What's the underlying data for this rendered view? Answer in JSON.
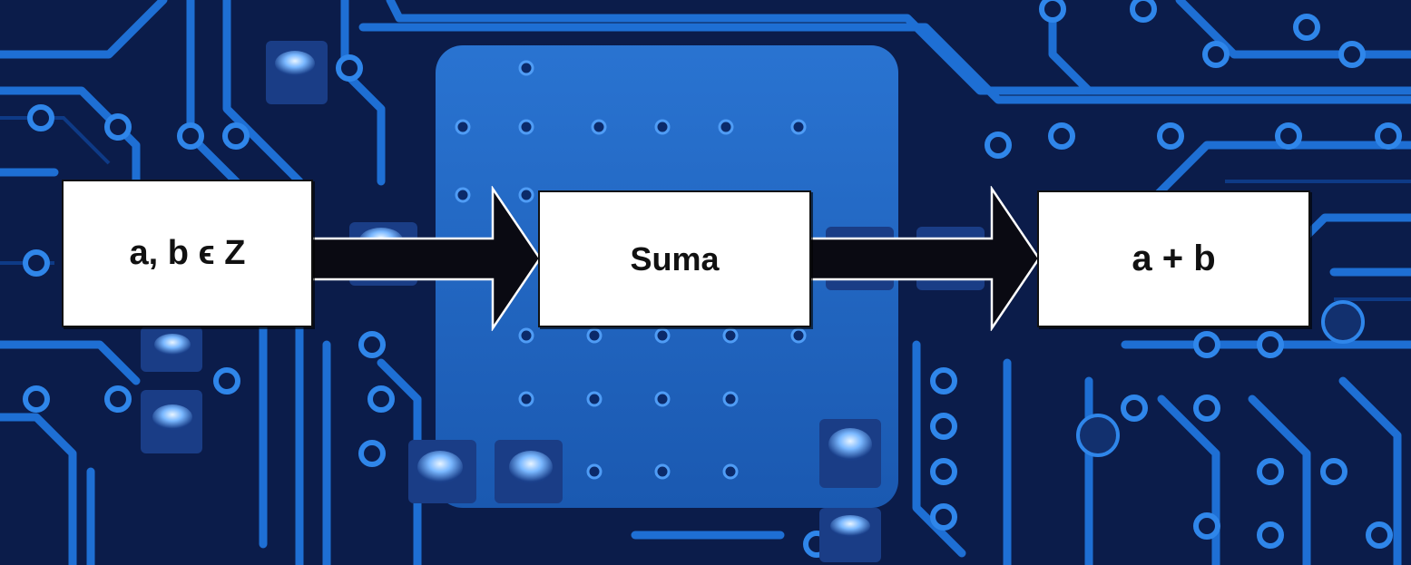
{
  "diagram": {
    "nodes": [
      {
        "id": "input",
        "label": "a, b ϵ Z"
      },
      {
        "id": "process",
        "label": "Suma"
      },
      {
        "id": "output",
        "label": "a + b"
      }
    ],
    "edges": [
      {
        "from": "input",
        "to": "process"
      },
      {
        "from": "process",
        "to": "output"
      }
    ]
  },
  "colors": {
    "background": "#0a1a44",
    "board_trace": "#1f6fd0",
    "board_pad": "#5aa8ff",
    "box_fill": "#ffffff",
    "arrow_fill": "#0a0a12",
    "arrow_stroke": "#ffffff"
  },
  "background_image": "circuit-board"
}
